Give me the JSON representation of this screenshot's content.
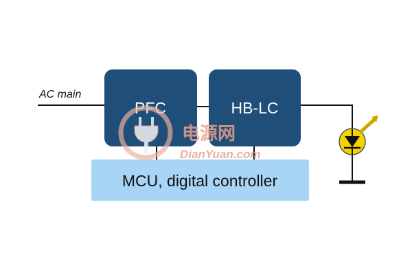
{
  "diagram": {
    "input_label": "AC main",
    "blocks": {
      "pfc": "PFC",
      "hb_lc": "HB-LC",
      "mcu": "MCU, digital controller"
    },
    "colors": {
      "block_fill": "#1f4e79",
      "mcu_fill": "#a8d4f5",
      "wire": "#111111",
      "led_fill": "#f2d400"
    },
    "load_icon": "led-icon"
  },
  "watermark": {
    "text_cn": "电源网",
    "text_en": "DianYuan.com",
    "icon": "power-plug-icon"
  }
}
